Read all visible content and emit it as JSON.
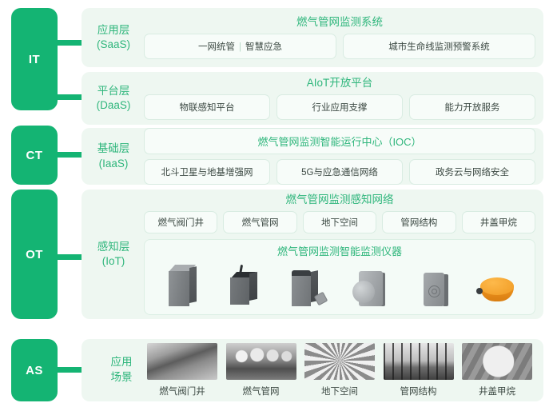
{
  "pillars": [
    {
      "id": "it",
      "label": "IT"
    },
    {
      "id": "ct",
      "label": "CT"
    },
    {
      "id": "ot",
      "label": "OT"
    },
    {
      "id": "as",
      "label": "AS"
    }
  ],
  "layers": {
    "saas": {
      "label_line1": "应用层",
      "label_line2": "(SaaS)",
      "title": "燃气管网监测系统",
      "chips": [
        {
          "text": "一网统管",
          "divider": "|",
          "text2": "智慧应急"
        },
        {
          "text": "城市生命线监测预警系统"
        }
      ]
    },
    "daas": {
      "label_line1": "平台层",
      "label_line2": "(DaaS)",
      "title": "AIoT开放平台",
      "chips": [
        {
          "text": "物联感知平台"
        },
        {
          "text": "行业应用支撑"
        },
        {
          "text": "能力开放服务"
        }
      ]
    },
    "iaas": {
      "label_line1": "基础层",
      "label_line2": "(IaaS)",
      "wide_box": "燃气管网监测智能运行中心（IOC）",
      "chips": [
        {
          "text": "北斗卫星与地基增强网"
        },
        {
          "text": "5G与应急通信网络"
        },
        {
          "text": "政务云与网络安全"
        }
      ]
    },
    "iot": {
      "label_line1": "感知层",
      "label_line2": "(IoT)",
      "title": "燃气管网监测感知网络",
      "tags": [
        {
          "text": "燃气阀门井"
        },
        {
          "text": "燃气管网"
        },
        {
          "text": "地下空间"
        },
        {
          "text": "管网结构"
        },
        {
          "text": "井盖甲烷"
        }
      ],
      "device_box_title": "燃气管网监测智能监测仪器",
      "devices": [
        {
          "name": "gas-detector-tall-unit"
        },
        {
          "name": "gas-detector-antenna-unit"
        },
        {
          "name": "gas-detector-plug-unit"
        },
        {
          "name": "gas-detector-disc-sensor"
        },
        {
          "name": "gas-detector-sonar-unit"
        },
        {
          "name": "manhole-methane-dome-sensor"
        }
      ]
    },
    "as": {
      "label_line1": "应用",
      "label_line2": "场景",
      "scenes": [
        {
          "caption": "燃气阀门井",
          "photo": "ph1"
        },
        {
          "caption": "燃气管网",
          "photo": "ph2"
        },
        {
          "caption": "地下空间",
          "photo": "ph3"
        },
        {
          "caption": "管网结构",
          "photo": "ph4"
        },
        {
          "caption": "井盖甲烷",
          "photo": "ph5"
        }
      ]
    }
  },
  "colors": {
    "brand_green": "#14b473",
    "title_green": "#2fb67c",
    "panel_bg": "#eef7f1",
    "chip_bg": "#f7fcf9",
    "chip_border": "#d9ece2",
    "accent_orange": "#f0961f"
  }
}
